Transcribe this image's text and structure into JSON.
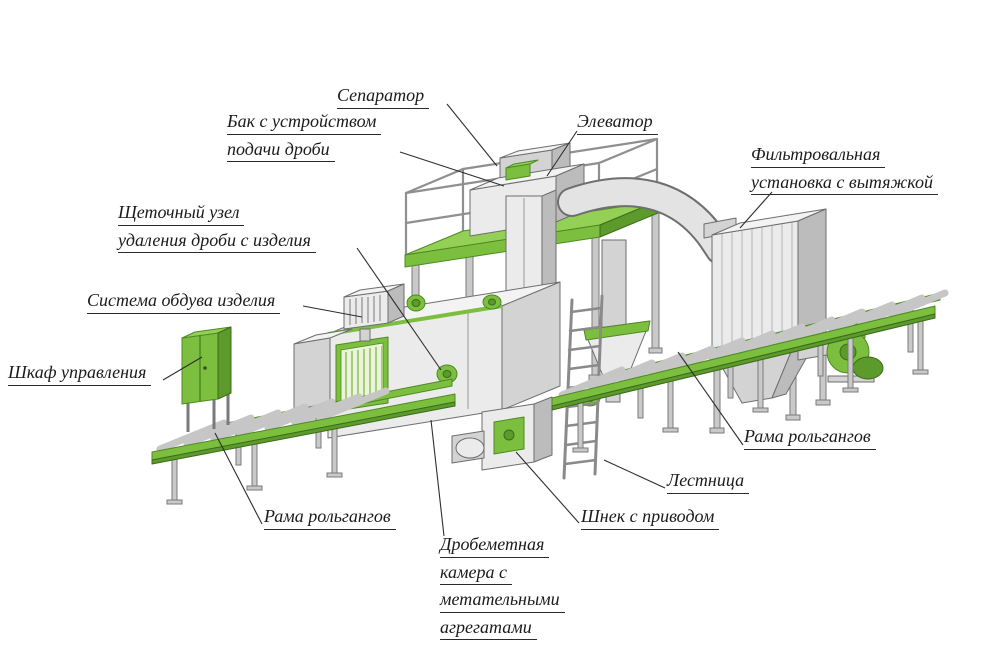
{
  "colors": {
    "machine_green": "#7cbf3f",
    "machine_green_dark": "#5c9a2c",
    "steel_light": "#ebebeb",
    "steel_mid": "#d3d3d3",
    "annotation_line": "#2e2e2e",
    "background": "#ffffff"
  },
  "diagram": {
    "labels": [
      {
        "id": "separator",
        "lines": [
          "Сепаратор"
        ]
      },
      {
        "id": "shot-feed-tank",
        "lines": [
          "Бак с устройством",
          "подачи дроби"
        ]
      },
      {
        "id": "elevator",
        "lines": [
          "Элеватор"
        ]
      },
      {
        "id": "filter-unit",
        "lines": [
          "Фильтровальная",
          "установка с вытяжкой"
        ]
      },
      {
        "id": "brush-unit",
        "lines": [
          "Щеточный узел",
          "удаления дроби с изделия"
        ]
      },
      {
        "id": "blowoff-system",
        "lines": [
          "Система обдува изделия"
        ]
      },
      {
        "id": "control-cabinet",
        "lines": [
          "Шкаф управления"
        ]
      },
      {
        "id": "roller-frame-right",
        "lines": [
          "Рама рольгангов"
        ]
      },
      {
        "id": "ladder",
        "lines": [
          "Лестница"
        ]
      },
      {
        "id": "screw-with-drive",
        "lines": [
          "Шнек с приводом"
        ]
      },
      {
        "id": "roller-frame-left",
        "lines": [
          "Рама рольгангов"
        ]
      },
      {
        "id": "blast-chamber",
        "lines": [
          "Дробеметная",
          "камера с",
          "метательными",
          "агрегатами"
        ]
      }
    ]
  }
}
